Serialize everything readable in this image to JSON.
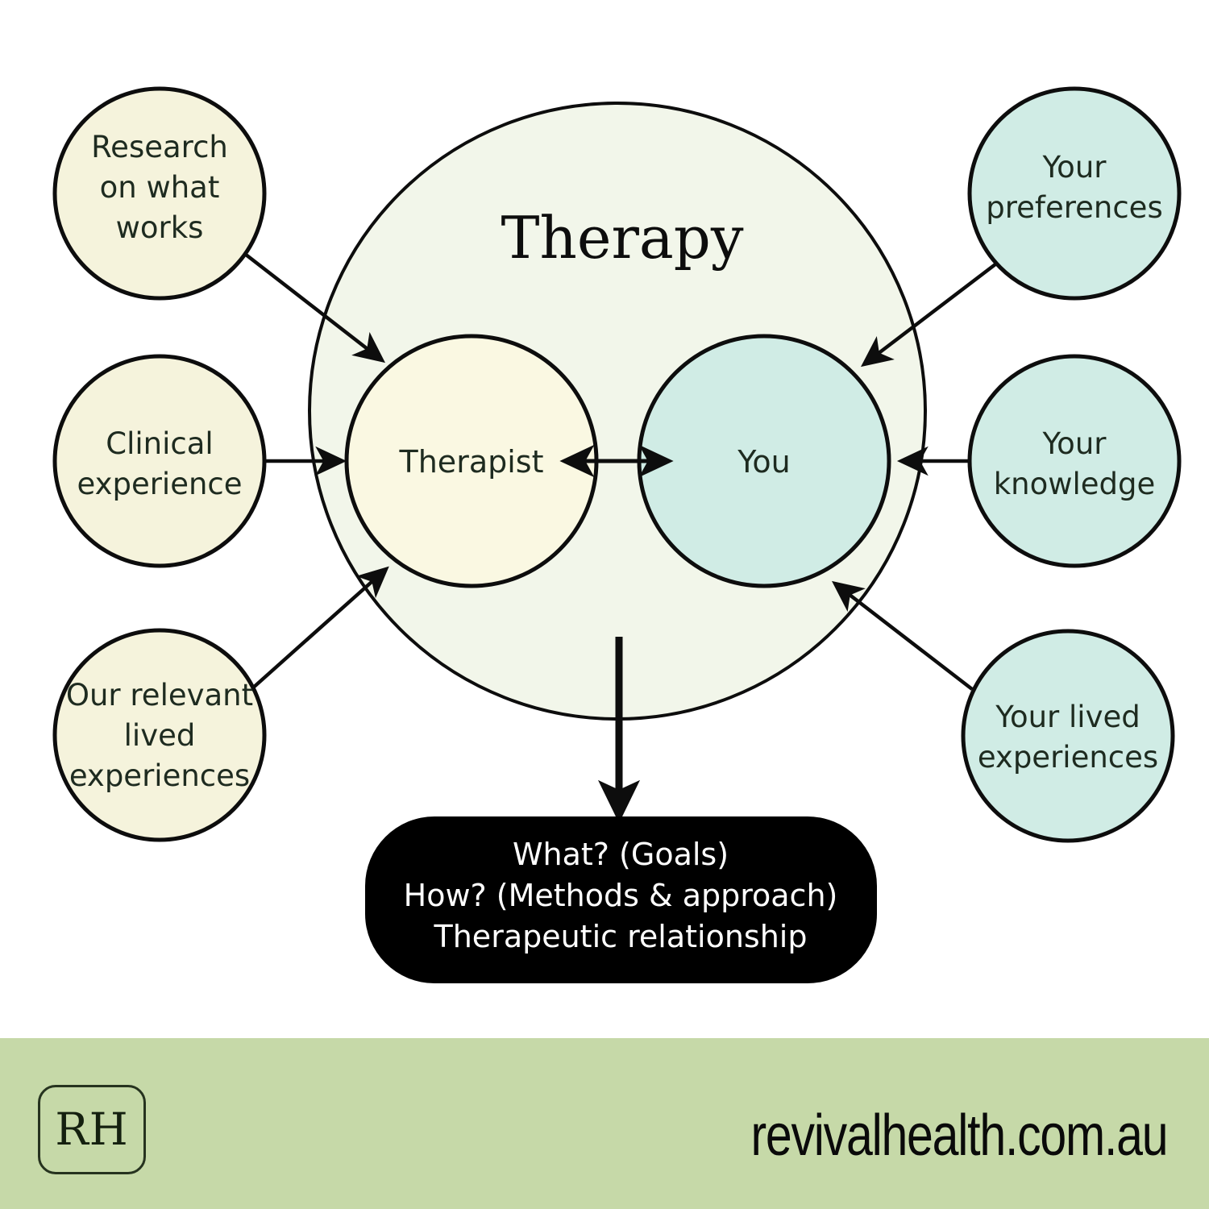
{
  "diagram": {
    "title": "Therapy",
    "inner_nodes": [
      {
        "id": "therapist",
        "label": "Therapist",
        "fill": "#faf8e2"
      },
      {
        "id": "you",
        "label": "You",
        "fill": "#d0ece5"
      }
    ],
    "left_satellites": [
      {
        "id": "research",
        "lines": [
          "Research",
          "on what",
          "works"
        ],
        "fill": "#f5f3dc"
      },
      {
        "id": "clinical",
        "lines": [
          "Clinical",
          "experience"
        ],
        "fill": "#f5f3dc"
      },
      {
        "id": "lived",
        "lines": [
          "Our relevant",
          "lived",
          "experiences"
        ],
        "fill": "#f5f3dc"
      }
    ],
    "right_satellites": [
      {
        "id": "preferences",
        "lines": [
          "Your",
          "preferences"
        ],
        "fill": "#d0ece5"
      },
      {
        "id": "knowledge",
        "lines": [
          "Your",
          "knowledge"
        ],
        "fill": "#d0ece5"
      },
      {
        "id": "your-lived",
        "lines": [
          "Your lived",
          "experiences"
        ],
        "fill": "#d0ece5"
      }
    ],
    "outcome_lines": [
      "What? (Goals)",
      "How? (Methods & approach)",
      "Therapeutic relationship"
    ],
    "colors": {
      "outer_circle": "#f2f6ea",
      "cream": "#f5f3dc",
      "cream_inner": "#faf8e2",
      "teal": "#d0ece5",
      "stroke": "#0d0d0d",
      "outcome_bg": "#000000",
      "footer": "#c6d9a8"
    }
  },
  "footer": {
    "logo_text": "RH",
    "url": "revivalhealth.com.au"
  }
}
